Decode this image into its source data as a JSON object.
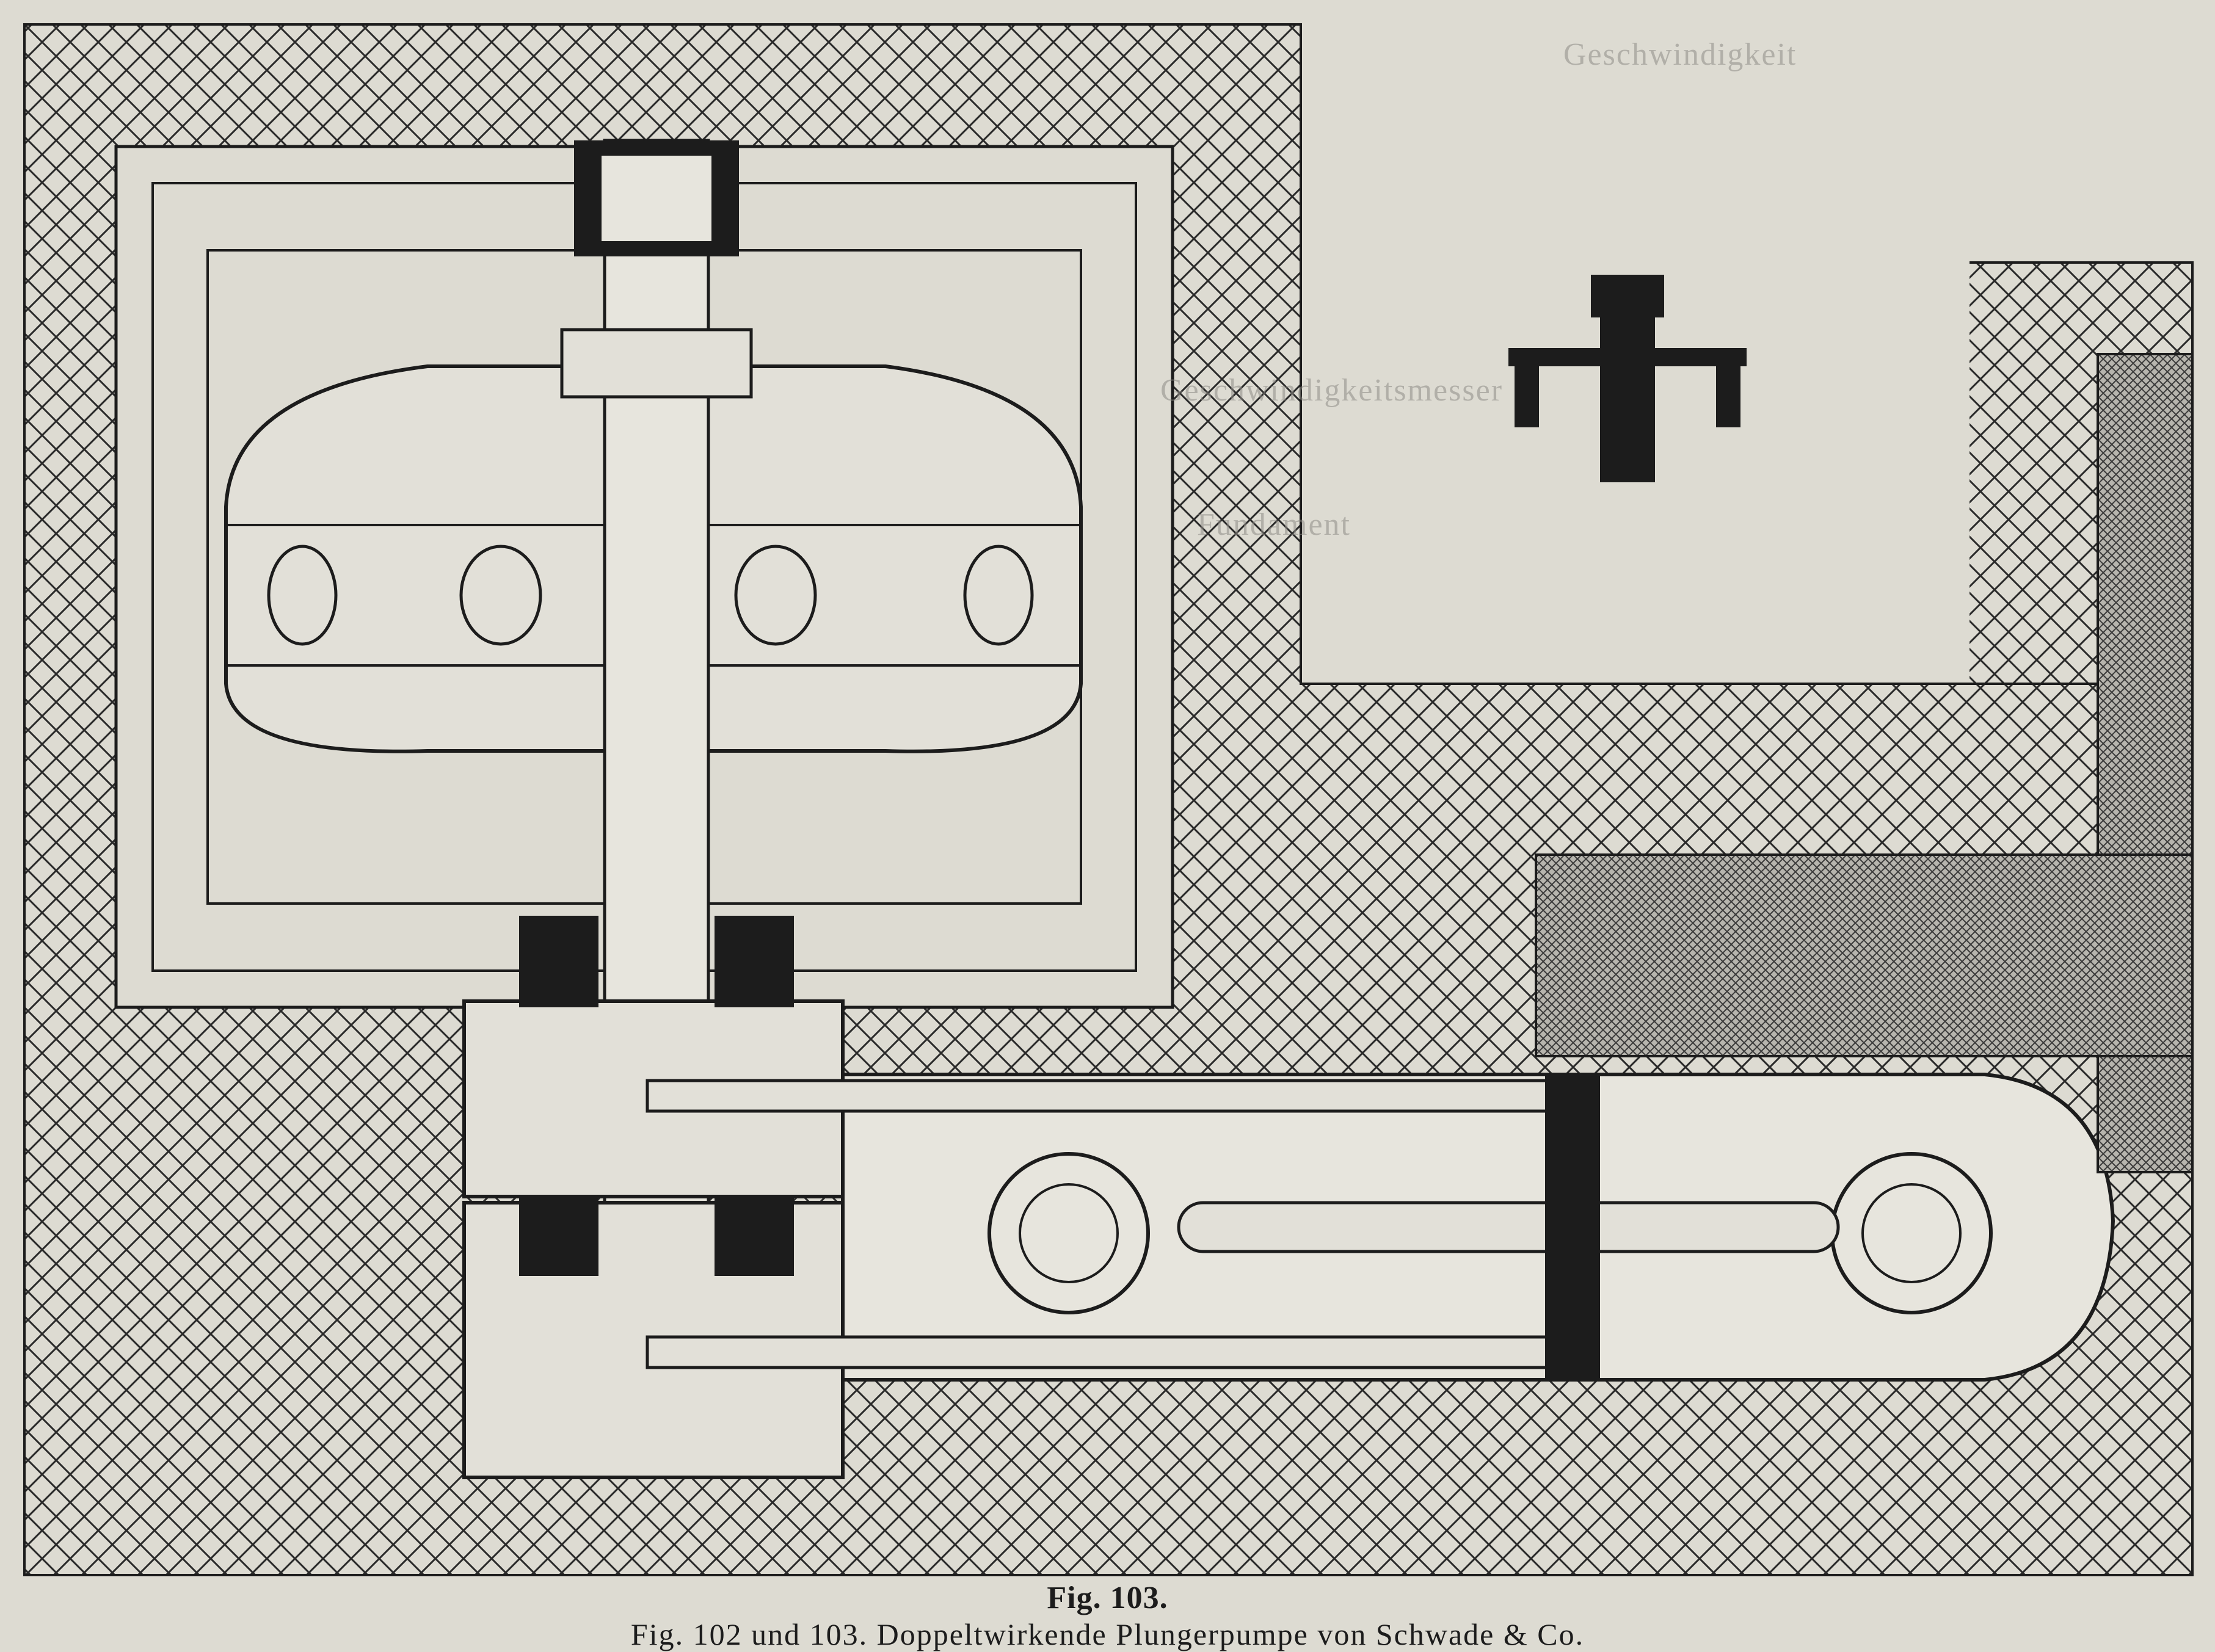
{
  "figure": {
    "label": "Fig. 103.",
    "caption": "Fig. 102 und 103. Doppeltwirkende Plungerpumpe von Schwade & Co."
  },
  "bleed_through_text": [
    "Geschwindigkeit",
    "Geschwindigkeitsmesser",
    "Fundament"
  ],
  "colors": {
    "paper": "#dddbd2",
    "ink": "#1c1c1c",
    "hatch": "#2a2a2a",
    "crosshatch_fill": "#9c9a94"
  }
}
